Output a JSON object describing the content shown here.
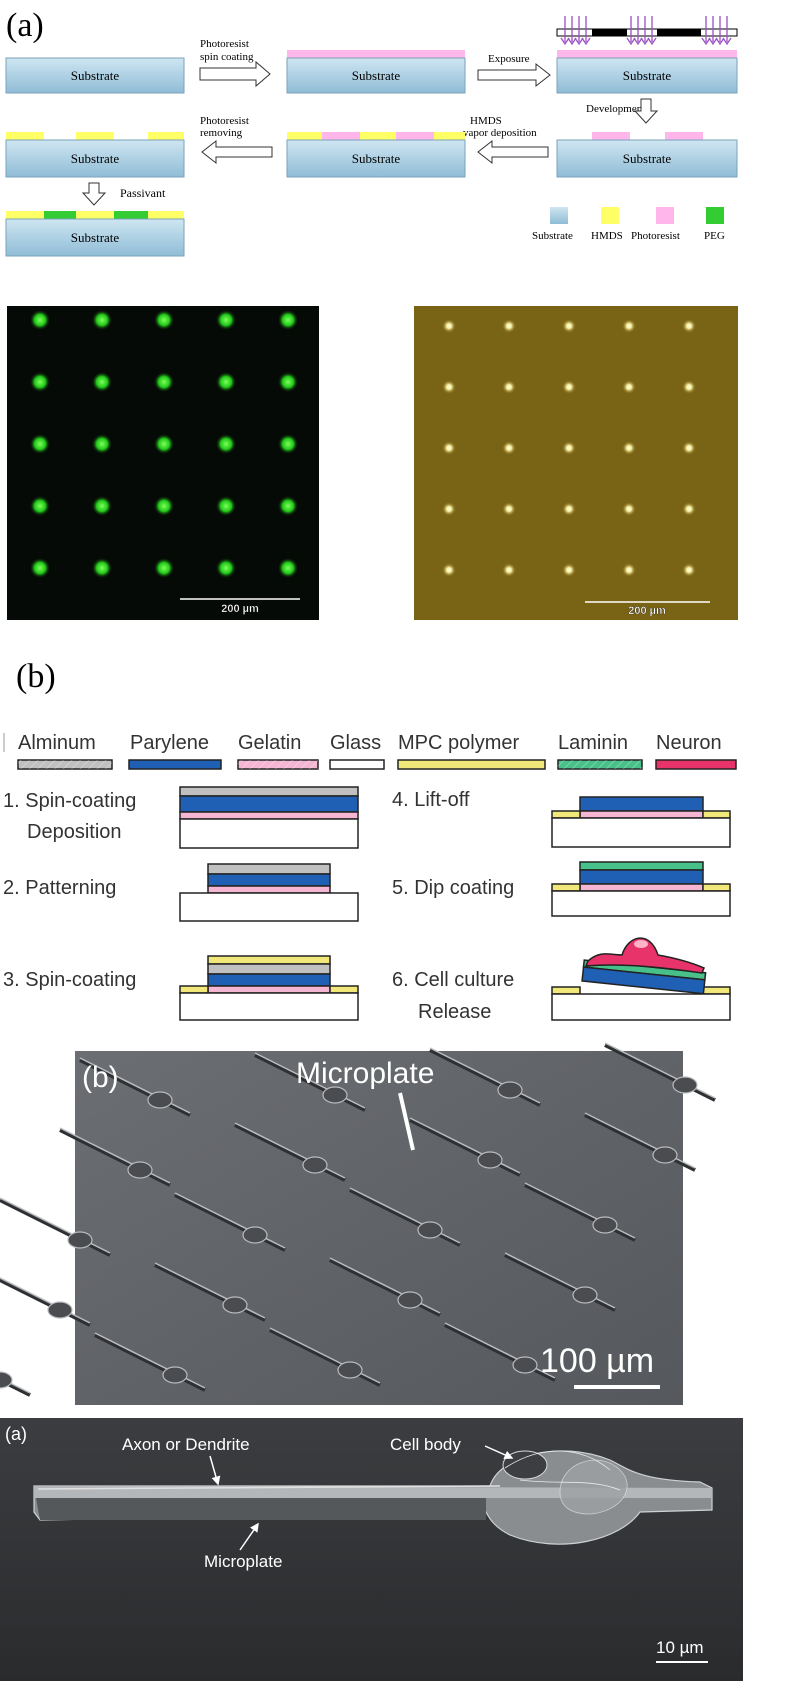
{
  "panel_a": {
    "label": "(a)",
    "substrate": "Substrate",
    "arrows": {
      "spin": [
        "Photoresist",
        "spin coating"
      ],
      "exposure": "Exposure",
      "development": "Development",
      "hmds": [
        "HMDS",
        "vapor deposition"
      ],
      "removing": [
        "Photoresist",
        "removing"
      ],
      "passivant": "Passivant"
    },
    "legend": [
      "Substrate",
      "HMDS",
      "Photoresist",
      "PEG"
    ],
    "scalebars": [
      "200 µm",
      "200 µm"
    ]
  },
  "panel_b": {
    "label": "(b)",
    "legend": [
      "Alminum",
      "Parylene",
      "Gelatin",
      "Glass",
      "MPC polymer",
      "Laminin",
      "Neuron"
    ],
    "steps": [
      [
        "1. Spin-coating",
        "Deposition"
      ],
      [
        "2. Patterning"
      ],
      [
        "3. Spin-coating"
      ],
      [
        "4. Lift-off"
      ],
      [
        "5. Dip coating"
      ],
      [
        "6. Cell culture",
        "Release"
      ]
    ]
  },
  "sem_array": {
    "label": "(b)",
    "callout": "Microplate",
    "scalebar": "100 µm"
  },
  "sem_detail": {
    "label": "(a)",
    "axon": "Axon or Dendrite",
    "cell_body": "Cell body",
    "microplate": "Microplate",
    "scalebar": "10 µm"
  },
  "colors": {
    "substrate": "#a9cde0",
    "hmds": "#ffff66",
    "photoresist": "#ffb6ea",
    "peg": "#33cc33",
    "aluminum": "#c0c0c0",
    "parylene": "#1f5fb4",
    "gelatin": "#f4b6d2",
    "mpc": "#f2e87a",
    "laminin": "#48c08a",
    "neuron": "#e8336a"
  }
}
